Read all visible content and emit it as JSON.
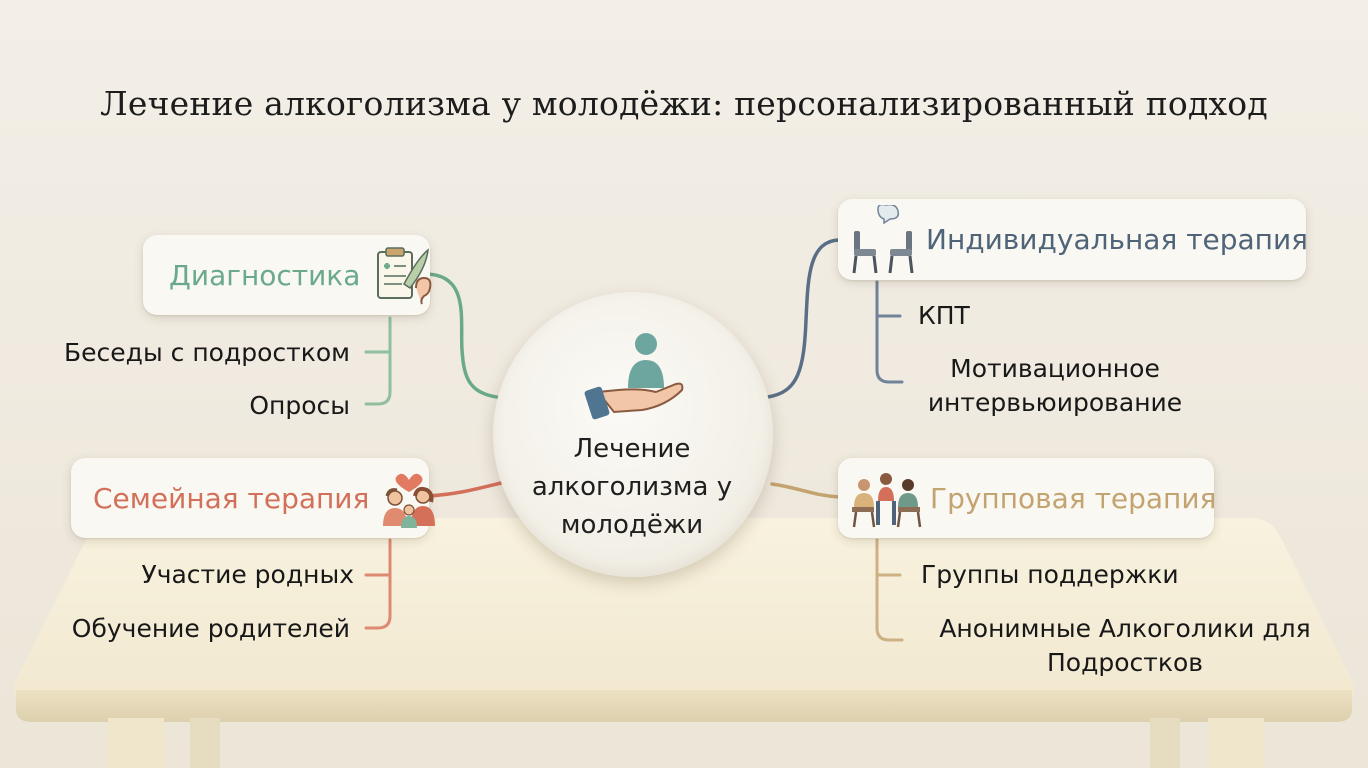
{
  "title": "Лечение алкоголизма у молодёжи: персонализированный подход",
  "center": {
    "label": "Лечение алкоголизма у молодёжи",
    "icon": "hand-person-icon"
  },
  "branches": {
    "diagnostics": {
      "label": "Диагностика",
      "icon": "clipboard-ear-icon",
      "color": "#6aaa8a",
      "items": [
        "Беседы с подростком",
        "Опросы"
      ]
    },
    "family": {
      "label": "Семейная терапия",
      "icon": "family-heart-icon",
      "color": "#d2705a",
      "items": [
        "Участие родных",
        "Обучение родителей"
      ]
    },
    "individual": {
      "label": "Индивидуальная терапия",
      "icon": "chairs-speech-icon",
      "color": "#5a6f86",
      "items": [
        "КПТ",
        "Мотивационное интервьюирование"
      ]
    },
    "group": {
      "label": "Групповая терапия",
      "icon": "group-circle-icon",
      "color": "#c3a36f",
      "items": [
        "Группы поддержки",
        "Анонимные Алкоголики для Подростков"
      ]
    }
  }
}
